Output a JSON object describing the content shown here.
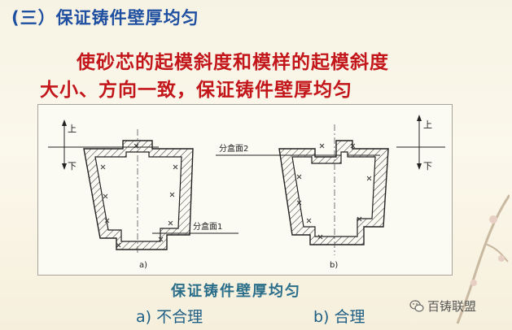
{
  "slide": {
    "heading": "(三）保证铸件壁厚均匀",
    "description_line1": "使砂芯的起模斜度和模样的起模斜度",
    "description_line2": "大小、方向一致，保证铸件壁厚均匀"
  },
  "figure": {
    "left_drawing": {
      "label": "a)",
      "parting_label": "分盒面1",
      "direction_up": "上",
      "direction_down": "下"
    },
    "right_drawing": {
      "label": "b)",
      "parting_label": "分盒面2",
      "direction_up": "上",
      "direction_down": "下"
    }
  },
  "caption": {
    "title": "保证铸件壁厚均匀",
    "option_a": "a)  不合理",
    "option_b": "b)  合理"
  },
  "watermark": {
    "text": "百铸联盟",
    "icon": "wechat-icon"
  },
  "colors": {
    "heading": "#1f4fa0",
    "description": "#c3161b",
    "caption": "#2a6e8a"
  }
}
